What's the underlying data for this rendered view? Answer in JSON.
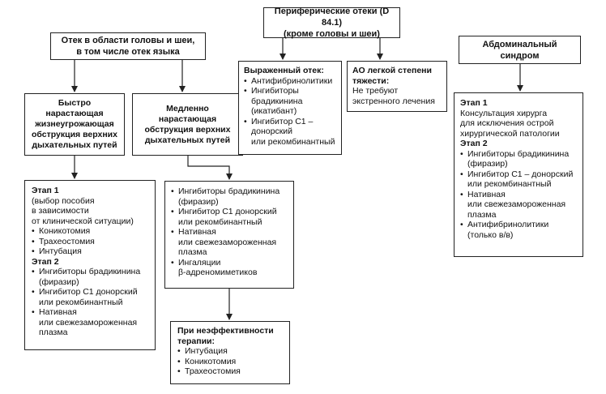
{
  "boxes": {
    "head_neck": {
      "title": "Отек в области головы и шеи,\nв том числе отек языка"
    },
    "rapid": {
      "title": "Быстро\nнарастающая\nжизнеугрожающая\nобструкция верхних\nдыхательных путей"
    },
    "slow": {
      "title": "Медленно\nнарастающая\nобструкция верхних\nдыхательных путей"
    },
    "rapid_plan": {
      "stage1": "Этап 1",
      "stage1_note": "(выбор пособия\n в зависимости\n от клинической ситуации)",
      "stage1_items": [
        "Коникотомия",
        "Трахеостомия",
        "Интубация"
      ],
      "stage2": "Этап 2",
      "stage2_items": [
        "Ингибиторы брадикинина\n(фиразир)",
        "Ингибитор С1 донорский\nили рекомбинантный",
        "Нативная\nили свежезамороженная\nплазма"
      ]
    },
    "slow_plan": {
      "items": [
        "Ингибиторы брадикинина\n(фиразир)",
        "Ингибитор С1 донорский\nили рекомбинантный",
        "Нативная\nили свежезамороженная\nплазма",
        "Ингаляции\n β-адреномиметиков"
      ]
    },
    "ineffective": {
      "title": "При неэффективности\nтерапии:",
      "items": [
        "Интубация",
        "Коникотомия",
        "Трахеостомия"
      ]
    },
    "peripheral": {
      "title": "Периферические отеки (D 84.1)\n(кроме головы и шеи)"
    },
    "severe": {
      "title": "Выраженный отек:",
      "items": [
        "Антифибринолитики",
        "Ингибиторы\nбрадикинина\n(икатибант)",
        "Ингибитор С1 –\nдонорский\nили рекомбинантный"
      ]
    },
    "mild": {
      "title": "АО легкой степени\nтяжести:",
      "note": "Не требуют\nэкстренного лечения"
    },
    "abdominal": {
      "title": "Абдоминальный синдром"
    },
    "abdominal_plan": {
      "stage1": "Этап 1",
      "stage1_note": "Консультация хирурга\nдля исключения острой\nхирургической патологии",
      "stage2": "Этап 2",
      "stage2_items": [
        "Ингибиторы брадикинина\n(фиразир)",
        "Ингибитор С1 – донорский\nили рекомбинантный",
        "Нативная\nили свежезамороженная\nплазма",
        "Антифибринолитики\n(только в/в)"
      ]
    }
  }
}
